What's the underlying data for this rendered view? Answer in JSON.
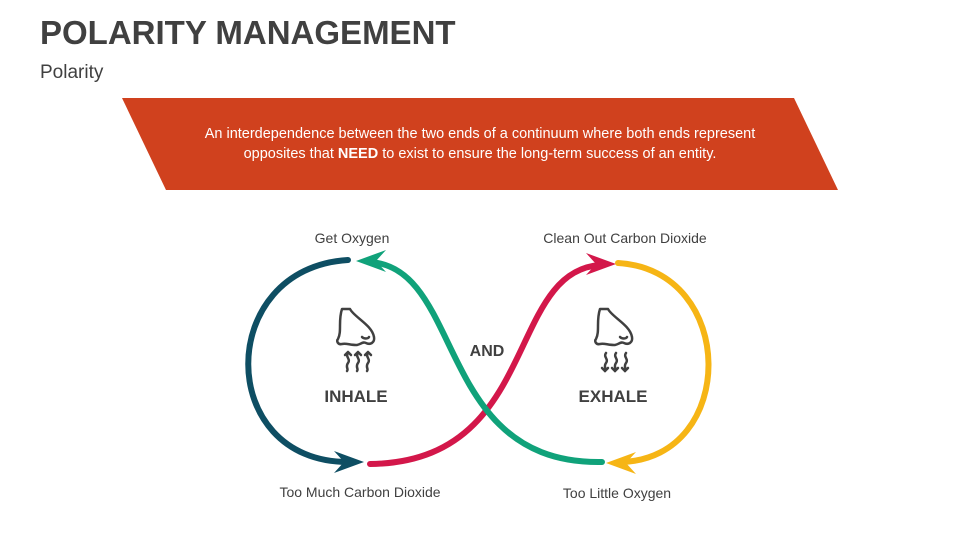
{
  "header": {
    "title": "POLARITY MANAGEMENT",
    "subtitle": "Polarity"
  },
  "banner": {
    "text_before": "An interdependence between the two ends of a continuum where both ends represent opposites that ",
    "text_bold": "NEED",
    "text_after": " to exist to ensure the long-term success of an entity.",
    "color": "#D0411E"
  },
  "diagram": {
    "left_pole": {
      "label": "INHALE",
      "icon": "nose-inhale-icon"
    },
    "right_pole": {
      "label": "EXHALE",
      "icon": "nose-exhale-icon"
    },
    "connector": "AND",
    "labels": {
      "top_left": "Get Oxygen",
      "top_right": "Clean Out Carbon Dioxide",
      "bottom_left": "Too Much Carbon Dioxide",
      "bottom_right": "Too Little Oxygen"
    },
    "colors": {
      "dark_teal": "#0E4E63",
      "green": "#10A27A",
      "crimson": "#D3174A",
      "yellow": "#F6B515"
    }
  }
}
